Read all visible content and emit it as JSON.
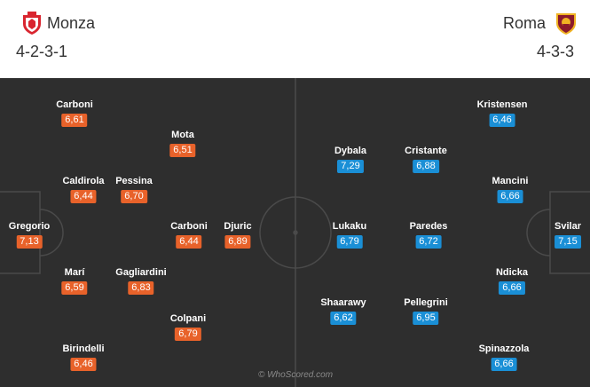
{
  "home": {
    "name": "Monza",
    "formation": "4-2-3-1",
    "color": "#e8622a",
    "crest_icon": "monza-crest-icon",
    "players": [
      {
        "name": "Carboni",
        "rating": "6,61"
      },
      {
        "name": "Mota",
        "rating": "6,51"
      },
      {
        "name": "Caldirola",
        "rating": "6,44"
      },
      {
        "name": "Pessina",
        "rating": "6,70"
      },
      {
        "name": "Gregorio",
        "rating": "7,13"
      },
      {
        "name": "Carboni",
        "rating": "6,44"
      },
      {
        "name": "Djuric",
        "rating": "6,89"
      },
      {
        "name": "Marí",
        "rating": "6,59"
      },
      {
        "name": "Gagliardini",
        "rating": "6,83"
      },
      {
        "name": "Colpani",
        "rating": "6,79"
      },
      {
        "name": "Birindelli",
        "rating": "6,46"
      }
    ]
  },
  "away": {
    "name": "Roma",
    "formation": "4-3-3",
    "color": "#1a8fd6",
    "crest_icon": "roma-crest-icon",
    "players": [
      {
        "name": "Kristensen",
        "rating": "6,46"
      },
      {
        "name": "Dybala",
        "rating": "7,29"
      },
      {
        "name": "Cristante",
        "rating": "6,88"
      },
      {
        "name": "Mancini",
        "rating": "6,66"
      },
      {
        "name": "Lukaku",
        "rating": "6,79"
      },
      {
        "name": "Paredes",
        "rating": "6,72"
      },
      {
        "name": "Svilar",
        "rating": "7,15"
      },
      {
        "name": "Ndicka",
        "rating": "6,66"
      },
      {
        "name": "Shaarawy",
        "rating": "6,62"
      },
      {
        "name": "Pellegrini",
        "rating": "6,95"
      },
      {
        "name": "Spinazzola",
        "rating": "6,66"
      }
    ]
  },
  "watermark": "© WhoScored.com"
}
